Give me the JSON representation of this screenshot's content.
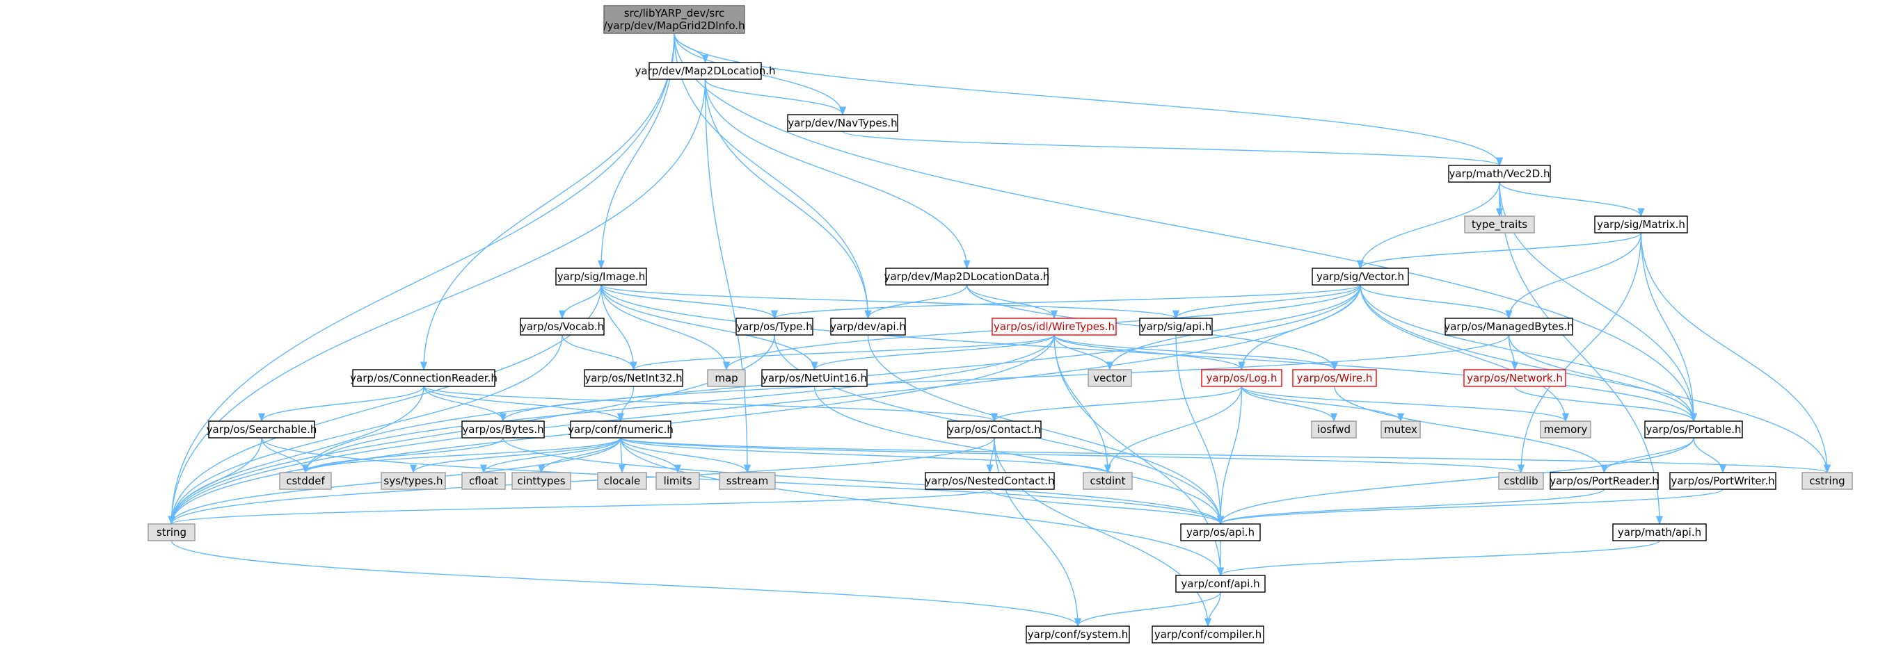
{
  "colors": {
    "edge": "#63b8ff",
    "node_fill": "#ffffff",
    "node_border": "#000000",
    "root_fill": "#999999",
    "root_border": "#666666",
    "system_fill": "#e0e0e0",
    "system_border": "#999999",
    "truncated_border": "#ff0000"
  },
  "nodes": [
    {
      "id": "root",
      "label": [
        "src/libYARP_dev/src",
        "/yarp/dev/MapGrid2DInfo.h"
      ],
      "kind": "root"
    },
    {
      "id": "map2dlocation",
      "label": [
        "yarp/dev/Map2DLocation.h"
      ],
      "kind": "normal"
    },
    {
      "id": "navtypes",
      "label": [
        "yarp/dev/NavTypes.h"
      ],
      "kind": "normal"
    },
    {
      "id": "vec2d",
      "label": [
        "yarp/math/Vec2D.h"
      ],
      "kind": "normal"
    },
    {
      "id": "type_traits",
      "label": [
        "type_traits"
      ],
      "kind": "system"
    },
    {
      "id": "matrix",
      "label": [
        "yarp/sig/Matrix.h"
      ],
      "kind": "normal"
    },
    {
      "id": "image",
      "label": [
        "yarp/sig/Image.h"
      ],
      "kind": "normal"
    },
    {
      "id": "map2dlocationdata",
      "label": [
        "yarp/dev/Map2DLocationData.h"
      ],
      "kind": "normal"
    },
    {
      "id": "vector",
      "label": [
        "yarp/sig/Vector.h"
      ],
      "kind": "normal"
    },
    {
      "id": "vocab",
      "label": [
        "yarp/os/Vocab.h"
      ],
      "kind": "normal"
    },
    {
      "id": "type",
      "label": [
        "yarp/os/Type.h"
      ],
      "kind": "normal"
    },
    {
      "id": "devapi",
      "label": [
        "yarp/dev/api.h"
      ],
      "kind": "normal"
    },
    {
      "id": "wiretypes",
      "label": [
        "yarp/os/idl/WireTypes.h"
      ],
      "kind": "truncated"
    },
    {
      "id": "sigapi",
      "label": [
        "yarp/sig/api.h"
      ],
      "kind": "normal"
    },
    {
      "id": "managedbytes",
      "label": [
        "yarp/os/ManagedBytes.h"
      ],
      "kind": "normal"
    },
    {
      "id": "connectionreader",
      "label": [
        "yarp/os/ConnectionReader.h"
      ],
      "kind": "normal"
    },
    {
      "id": "netint32",
      "label": [
        "yarp/os/NetInt32.h"
      ],
      "kind": "normal"
    },
    {
      "id": "map",
      "label": [
        "map"
      ],
      "kind": "system"
    },
    {
      "id": "netuint16",
      "label": [
        "yarp/os/NetUint16.h"
      ],
      "kind": "normal"
    },
    {
      "id": "vector_std",
      "label": [
        "vector"
      ],
      "kind": "system"
    },
    {
      "id": "log",
      "label": [
        "yarp/os/Log.h"
      ],
      "kind": "truncated"
    },
    {
      "id": "wire",
      "label": [
        "yarp/os/Wire.h"
      ],
      "kind": "truncated"
    },
    {
      "id": "network",
      "label": [
        "yarp/os/Network.h"
      ],
      "kind": "truncated"
    },
    {
      "id": "searchable",
      "label": [
        "yarp/os/Searchable.h"
      ],
      "kind": "normal"
    },
    {
      "id": "bytes",
      "label": [
        "yarp/os/Bytes.h"
      ],
      "kind": "normal"
    },
    {
      "id": "numeric",
      "label": [
        "yarp/conf/numeric.h"
      ],
      "kind": "normal"
    },
    {
      "id": "contact",
      "label": [
        "yarp/os/Contact.h"
      ],
      "kind": "normal"
    },
    {
      "id": "iosfwd",
      "label": [
        "iosfwd"
      ],
      "kind": "system"
    },
    {
      "id": "mutex",
      "label": [
        "mutex"
      ],
      "kind": "system"
    },
    {
      "id": "memory",
      "label": [
        "memory"
      ],
      "kind": "system"
    },
    {
      "id": "portable",
      "label": [
        "yarp/os/Portable.h"
      ],
      "kind": "normal"
    },
    {
      "id": "cstddef",
      "label": [
        "cstddef"
      ],
      "kind": "system"
    },
    {
      "id": "systypes",
      "label": [
        "sys/types.h"
      ],
      "kind": "system"
    },
    {
      "id": "cfloat",
      "label": [
        "cfloat"
      ],
      "kind": "system"
    },
    {
      "id": "cinttypes",
      "label": [
        "cinttypes"
      ],
      "kind": "system"
    },
    {
      "id": "clocale",
      "label": [
        "clocale"
      ],
      "kind": "system"
    },
    {
      "id": "limits",
      "label": [
        "limits"
      ],
      "kind": "system"
    },
    {
      "id": "sstream",
      "label": [
        "sstream"
      ],
      "kind": "system"
    },
    {
      "id": "cstdint",
      "label": [
        "cstdint"
      ],
      "kind": "system"
    },
    {
      "id": "cstdlib",
      "label": [
        "cstdlib"
      ],
      "kind": "system"
    },
    {
      "id": "cstring",
      "label": [
        "cstring"
      ],
      "kind": "system"
    },
    {
      "id": "nestedcontact",
      "label": [
        "yarp/os/NestedContact.h"
      ],
      "kind": "normal"
    },
    {
      "id": "portreader",
      "label": [
        "yarp/os/PortReader.h"
      ],
      "kind": "normal"
    },
    {
      "id": "portwriter",
      "label": [
        "yarp/os/PortWriter.h"
      ],
      "kind": "normal"
    },
    {
      "id": "string",
      "label": [
        "string"
      ],
      "kind": "system"
    },
    {
      "id": "osapi",
      "label": [
        "yarp/os/api.h"
      ],
      "kind": "normal"
    },
    {
      "id": "mathapi",
      "label": [
        "yarp/math/api.h"
      ],
      "kind": "normal"
    },
    {
      "id": "confapi",
      "label": [
        "yarp/conf/api.h"
      ],
      "kind": "normal"
    },
    {
      "id": "system",
      "label": [
        "yarp/conf/system.h"
      ],
      "kind": "normal"
    },
    {
      "id": "compiler",
      "label": [
        "yarp/conf/compiler.h"
      ],
      "kind": "normal"
    }
  ],
  "edges": [
    [
      "root",
      "map2dlocation"
    ],
    [
      "root",
      "navtypes"
    ],
    [
      "root",
      "vec2d"
    ],
    [
      "root",
      "image"
    ],
    [
      "root",
      "devapi"
    ],
    [
      "root",
      "connectionreader"
    ],
    [
      "root",
      "portable"
    ],
    [
      "root",
      "string"
    ],
    [
      "map2dlocation",
      "navtypes"
    ],
    [
      "map2dlocation",
      "map2dlocationdata"
    ],
    [
      "map2dlocation",
      "devapi"
    ],
    [
      "map2dlocation",
      "sstream"
    ],
    [
      "map2dlocation",
      "string"
    ],
    [
      "navtypes",
      "vec2d"
    ],
    [
      "vec2d",
      "type_traits"
    ],
    [
      "vec2d",
      "matrix"
    ],
    [
      "vec2d",
      "vector"
    ],
    [
      "vec2d",
      "portable"
    ],
    [
      "vec2d",
      "mathapi"
    ],
    [
      "matrix",
      "vector"
    ],
    [
      "matrix",
      "managedbytes"
    ],
    [
      "matrix",
      "portable"
    ],
    [
      "matrix",
      "cstdlib"
    ],
    [
      "matrix",
      "cstring"
    ],
    [
      "image",
      "vocab"
    ],
    [
      "image",
      "type"
    ],
    [
      "image",
      "netint32"
    ],
    [
      "image",
      "map"
    ],
    [
      "image",
      "netuint16"
    ],
    [
      "image",
      "sigapi"
    ],
    [
      "image",
      "portable"
    ],
    [
      "image",
      "string"
    ],
    [
      "map2dlocationdata",
      "devapi"
    ],
    [
      "map2dlocationdata",
      "wiretypes"
    ],
    [
      "map2dlocationdata",
      "wire"
    ],
    [
      "vector",
      "type"
    ],
    [
      "vector",
      "sigapi"
    ],
    [
      "vector",
      "managedbytes"
    ],
    [
      "vector",
      "log"
    ],
    [
      "vector",
      "vector_std"
    ],
    [
      "vector",
      "memory"
    ],
    [
      "vector",
      "portable"
    ],
    [
      "vector",
      "cstring"
    ],
    [
      "vector",
      "cstddef"
    ],
    [
      "vector",
      "string"
    ],
    [
      "vector",
      "map"
    ],
    [
      "vocab",
      "netint32"
    ],
    [
      "vocab",
      "string"
    ],
    [
      "type",
      "osapi"
    ],
    [
      "type",
      "string"
    ],
    [
      "devapi",
      "osapi"
    ],
    [
      "wiretypes",
      "netint32"
    ],
    [
      "wiretypes",
      "netuint16"
    ],
    [
      "wiretypes",
      "vector_std"
    ],
    [
      "wiretypes",
      "log"
    ],
    [
      "wiretypes",
      "wire"
    ],
    [
      "wiretypes",
      "cstdint"
    ],
    [
      "wiretypes",
      "confapi"
    ],
    [
      "wiretypes",
      "string"
    ],
    [
      "wiretypes",
      "cstddef"
    ],
    [
      "sigapi",
      "osapi"
    ],
    [
      "managedbytes",
      "bytes"
    ],
    [
      "managedbytes",
      "network"
    ],
    [
      "managedbytes",
      "portable"
    ],
    [
      "connectionreader",
      "searchable"
    ],
    [
      "connectionreader",
      "bytes"
    ],
    [
      "connectionreader",
      "numeric"
    ],
    [
      "connectionreader",
      "contact"
    ],
    [
      "connectionreader",
      "string"
    ],
    [
      "netint32",
      "numeric"
    ],
    [
      "netuint16",
      "osapi"
    ],
    [
      "log",
      "iosfwd"
    ],
    [
      "log",
      "mutex"
    ],
    [
      "log",
      "memory"
    ],
    [
      "log",
      "cstdint"
    ],
    [
      "log",
      "osapi"
    ],
    [
      "log",
      "contact"
    ],
    [
      "wire",
      "portreader"
    ],
    [
      "network",
      "portable"
    ],
    [
      "searchable",
      "cstddef"
    ],
    [
      "searchable",
      "string"
    ],
    [
      "searchable",
      "osapi"
    ],
    [
      "bytes",
      "cstddef"
    ],
    [
      "bytes",
      "osapi"
    ],
    [
      "numeric",
      "systypes"
    ],
    [
      "numeric",
      "cfloat"
    ],
    [
      "numeric",
      "cinttypes"
    ],
    [
      "numeric",
      "clocale"
    ],
    [
      "numeric",
      "limits"
    ],
    [
      "numeric",
      "sstream"
    ],
    [
      "numeric",
      "cstdint"
    ],
    [
      "numeric",
      "cstdlib"
    ],
    [
      "numeric",
      "cstring"
    ],
    [
      "numeric",
      "string"
    ],
    [
      "numeric",
      "confapi"
    ],
    [
      "numeric",
      "cstddef"
    ],
    [
      "contact",
      "nestedcontact"
    ],
    [
      "contact",
      "string"
    ],
    [
      "contact",
      "system"
    ],
    [
      "contact",
      "compiler"
    ],
    [
      "portable",
      "portreader"
    ],
    [
      "portable",
      "portwriter"
    ],
    [
      "portable",
      "osapi"
    ],
    [
      "nestedcontact",
      "osapi"
    ],
    [
      "nestedcontact",
      "string"
    ],
    [
      "portreader",
      "osapi"
    ],
    [
      "portwriter",
      "osapi"
    ],
    [
      "osapi",
      "confapi"
    ],
    [
      "mathapi",
      "confapi"
    ],
    [
      "confapi",
      "system"
    ],
    [
      "confapi",
      "compiler"
    ],
    [
      "string",
      "system"
    ]
  ]
}
